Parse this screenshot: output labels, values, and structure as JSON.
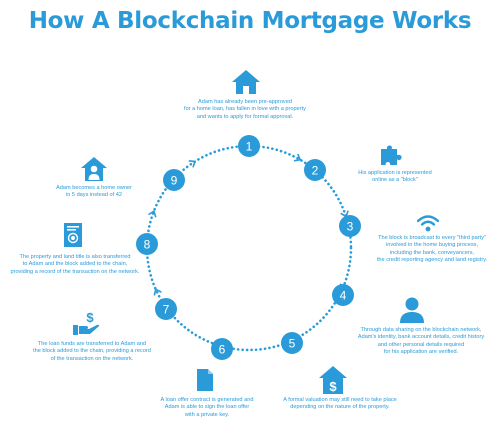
{
  "title": "How A Blockchain Mortgage Works",
  "colors": {
    "accent": "#2a9bd8",
    "ring": "#2a9bd8"
  },
  "steps": [
    {
      "number": "1",
      "icon": "house-icon",
      "lines": [
        "Adam has already been pre-approved",
        "for a home loan, has fallen in love with a property",
        "and wants to apply for formal approval."
      ]
    },
    {
      "number": "2",
      "icon": "puzzle-piece-icon",
      "lines": [
        "His application is represented",
        "online as a \"block\""
      ]
    },
    {
      "number": "3",
      "icon": "wifi-icon",
      "lines": [
        "The block is broadcast to every \"third party\"",
        "involved in the home buying process,",
        "including the bank, conveyancers,",
        "the credit reporting agency and land registry."
      ]
    },
    {
      "number": "4",
      "icon": "person-icon",
      "lines": [
        "Through data sharing on the blockchain network,",
        "Adam's identity, bank account details, credit history",
        "and other personal details required",
        "for his application are verified."
      ]
    },
    {
      "number": "5",
      "icon": "house-dollar-icon",
      "lines": [
        "A formal valuation may still need to take place",
        "depending on the nature of the property."
      ]
    },
    {
      "number": "6",
      "icon": "document-icon",
      "lines": [
        "A loan offer contract is generated and",
        "Adam is able to sign the loan offer",
        "with a private key."
      ]
    },
    {
      "number": "7",
      "icon": "hand-money-icon",
      "lines": [
        "The loan funds are transferred to Adam and",
        "the block added to the chain, providing a record",
        "of the transaction on the network."
      ]
    },
    {
      "number": "8",
      "icon": "certificate-icon",
      "lines": [
        "The property and land title is also transferred",
        "to Adam and the block added to the chain,",
        "providing a record of the transaction on the network."
      ]
    },
    {
      "number": "9",
      "icon": "home-person-icon",
      "lines": [
        "Adam becomes a home owner",
        "in 5 days instead of 42"
      ]
    }
  ]
}
